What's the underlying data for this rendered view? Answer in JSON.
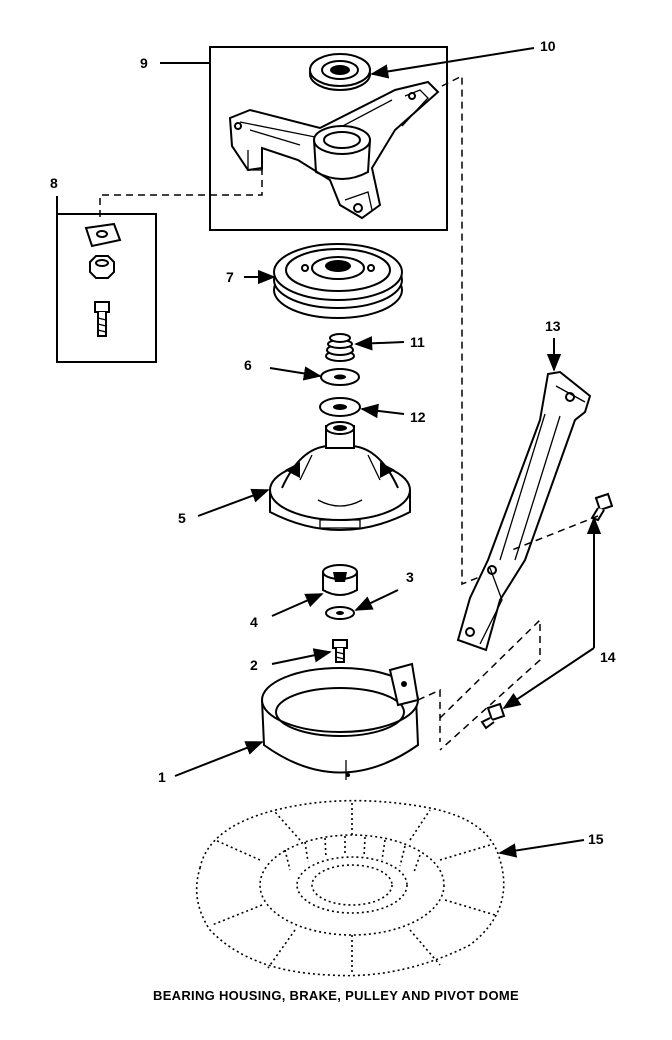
{
  "caption": "BEARING HOUSING, BRAKE, PULLEY AND PIVOT DOME",
  "callouts": [
    {
      "id": "1",
      "label": "1"
    },
    {
      "id": "2",
      "label": "2"
    },
    {
      "id": "3",
      "label": "3"
    },
    {
      "id": "4",
      "label": "4"
    },
    {
      "id": "5",
      "label": "5"
    },
    {
      "id": "6",
      "label": "6"
    },
    {
      "id": "7",
      "label": "7"
    },
    {
      "id": "8",
      "label": "8"
    },
    {
      "id": "9",
      "label": "9"
    },
    {
      "id": "10",
      "label": "10"
    },
    {
      "id": "11",
      "label": "11"
    },
    {
      "id": "12",
      "label": "12"
    },
    {
      "id": "13",
      "label": "13"
    },
    {
      "id": "14",
      "label": "14"
    },
    {
      "id": "15",
      "label": "15"
    }
  ]
}
